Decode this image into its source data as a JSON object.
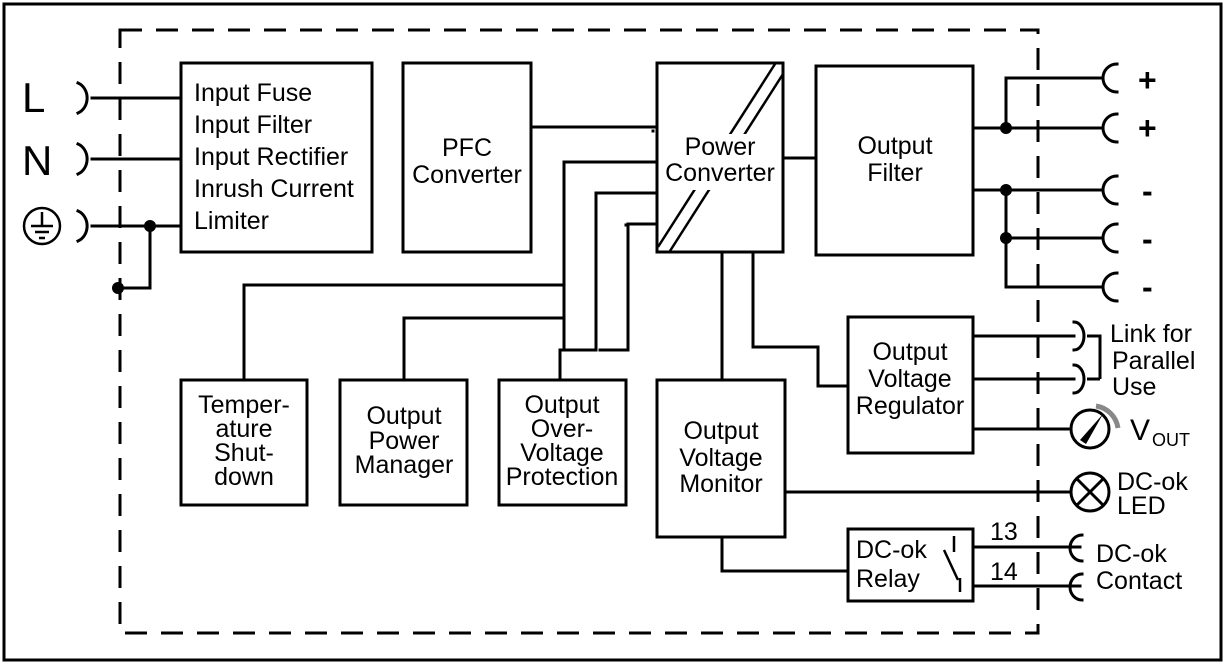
{
  "terminals": {
    "line": "L",
    "neutral": "N"
  },
  "blocks": {
    "input_stage": [
      "Input Fuse",
      "Input Filter",
      "Input Rectifier",
      "Inrush Current",
      "Limiter"
    ],
    "pfc": [
      "PFC",
      "Converter"
    ],
    "power_converter": [
      "Power",
      "Converter"
    ],
    "output_filter": [
      "Output",
      "Filter"
    ],
    "temperature_shutdown": [
      "Temper-",
      "ature",
      "Shut-",
      "down"
    ],
    "output_power_manager": [
      "Output",
      "Power",
      "Manager"
    ],
    "ovp": [
      "Output",
      "Over-",
      "Voltage",
      "Protection"
    ],
    "voltage_monitor": [
      "Output",
      "Voltage",
      "Monitor"
    ],
    "voltage_regulator": [
      "Output",
      "Voltage",
      "Regulator"
    ],
    "dc_ok_relay": [
      "DC-ok",
      "Relay"
    ]
  },
  "outputs": {
    "polarity": [
      "+",
      "+",
      "-",
      "-",
      "-"
    ],
    "parallel_link": [
      "Link for",
      "Parallel",
      "Use"
    ],
    "vout_main": "V",
    "vout_sub": "OUT",
    "dc_ok_led": [
      "DC-ok",
      "LED"
    ],
    "dc_ok_contact": [
      "DC-ok",
      "Contact"
    ],
    "relay_pins": [
      "13",
      "14"
    ]
  }
}
